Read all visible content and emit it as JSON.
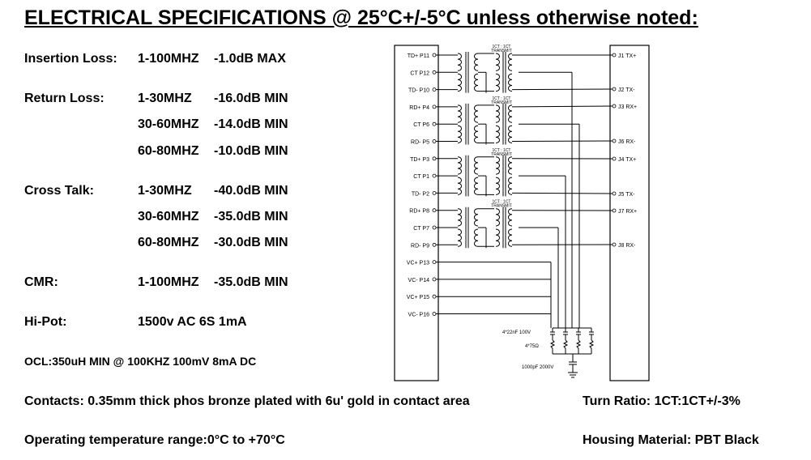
{
  "title": "ELECTRICAL SPECIFICATIONS @ 25°C+/-5°C unless otherwise noted:",
  "specs": {
    "insertion_loss": {
      "label": "Insertion Loss:",
      "freq": "1-100MHZ",
      "value": "-1.0dB MAX"
    },
    "return_loss": {
      "label": "Return Loss:",
      "rows": [
        {
          "freq": "1-30MHZ",
          "value": "-16.0dB MIN"
        },
        {
          "freq": "30-60MHZ",
          "value": "-14.0dB MIN"
        },
        {
          "freq": "60-80MHZ",
          "value": "-10.0dB MIN"
        }
      ]
    },
    "cross_talk": {
      "label": "Cross Talk:",
      "rows": [
        {
          "freq": "1-30MHZ",
          "value": "-40.0dB MIN"
        },
        {
          "freq": "30-60MHZ",
          "value": "-35.0dB MIN"
        },
        {
          "freq": "60-80MHZ",
          "value": "-30.0dB MIN"
        }
      ]
    },
    "cmr": {
      "label": "CMR:",
      "freq": "1-100MHZ",
      "value": "-35.0dB MIN"
    },
    "hipot": {
      "label": "Hi-Pot:",
      "value": "1500v AC 6S 1mA"
    },
    "ocl": "OCL:350uH MIN @ 100KHZ 100mV 8mA DC",
    "contacts": "Contacts: 0.35mm thick phos bronze plated with 6u' gold in contact area",
    "temperature": "Operating temperature range:0°C to +70°C",
    "turn_ratio": "Turn Ratio: 1CT:1CT+/-3%",
    "housing": "Housing Material: PBT Black"
  },
  "schematic": {
    "left_pins": [
      "TD+ P11",
      "CT P12",
      "TD- P10",
      "RD+ P4",
      "CT P6",
      "RD- P5",
      "TD+ P3",
      "CT P1",
      "TD- P2",
      "RD+ P8",
      "CT P7",
      "RD- P9",
      "VC+ P13",
      "VC- P14",
      "VC+ P15",
      "VC- P16"
    ],
    "right_pins": [
      "J1 TX+",
      "J2 TX-",
      "J3 RX+",
      "J6 RX-",
      "J4 TX+",
      "J5 TX-",
      "J7 RX+",
      "J8 RX-"
    ],
    "transformer_label_top": "1CT : 1CT",
    "transformer_label_bottom": "TRANSMIT",
    "cap_label": "4*22nF 100V",
    "res_label": "4*75Ω",
    "hv_cap_label": "1000pF 2000V"
  }
}
